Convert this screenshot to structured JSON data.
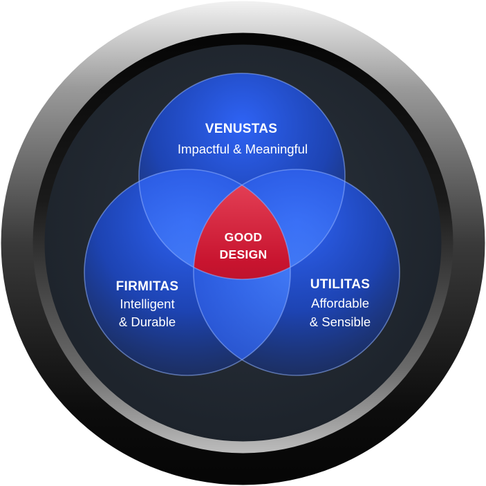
{
  "center": {
    "line1": "GOOD",
    "line2": "DESIGN"
  },
  "circles": {
    "venustas": {
      "title": "VENUSTAS",
      "subtitle": "Impactful & Meaningful"
    },
    "firmitas": {
      "title": "FIRMITAS",
      "subtitle_line1": "Intelligent",
      "subtitle_line2": "& Durable"
    },
    "utilitas": {
      "title": "UTILITAS",
      "subtitle_line1": "Affordable",
      "subtitle_line2": "& Sensible"
    }
  },
  "colors": {
    "circle_blue": "#1f4fd6",
    "intersection_blue": "#3b7bff",
    "center_red": "#c41230",
    "background_dark": "#232a33"
  }
}
